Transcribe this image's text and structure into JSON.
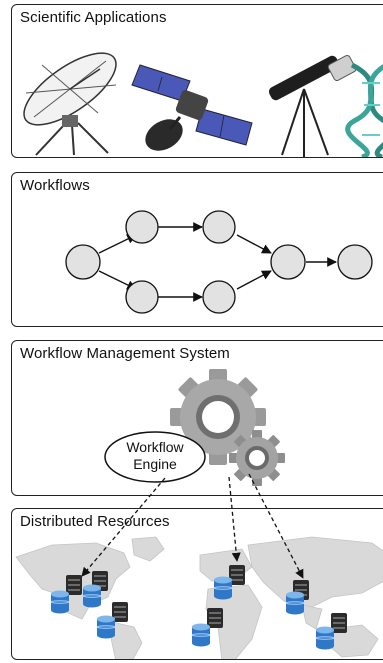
{
  "panels": {
    "scientific_applications": {
      "title": "Scientific Applications",
      "icons": [
        "satellite-dish-icon",
        "satellite-icon",
        "telescope-icon",
        "dna-helix-icon"
      ]
    },
    "workflows": {
      "title": "Workflows"
    },
    "workflow_management_system": {
      "title": "Workflow Management System",
      "engine_label_line1": "Workflow",
      "engine_label_line2": "Engine",
      "icons": [
        "gears-icon"
      ]
    },
    "distributed_resources": {
      "title": "Distributed Resources",
      "icons": [
        "world-map-icon",
        "server-icon",
        "database-icon"
      ]
    }
  },
  "colors": {
    "node_fill": "#e2e2e2",
    "panel_border": "#222222",
    "gear": "#9a9a9a",
    "db_blue": "#2f78c8",
    "map": "#d9d9d9"
  }
}
